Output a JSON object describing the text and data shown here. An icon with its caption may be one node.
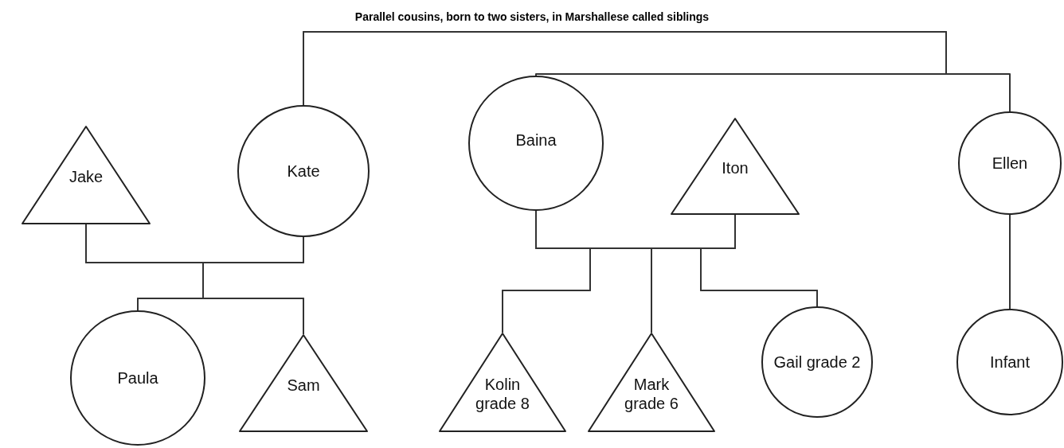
{
  "diagram": {
    "title": "Parallel cousins, born to two sisters, in Marshallese called siblings",
    "nodes": [
      {
        "text": [
          "Jake"
        ]
      },
      {
        "text": [
          "Kate"
        ]
      },
      {
        "text": [
          "Baina"
        ]
      },
      {
        "text": [
          "Iton"
        ]
      },
      {
        "text": [
          "Ellen"
        ]
      },
      {
        "text": [
          "Paula"
        ]
      },
      {
        "text": [
          "Sam"
        ]
      },
      {
        "text": [
          "Kolin grade 8"
        ]
      },
      {
        "text": [
          "Mark grade 6"
        ]
      },
      {
        "text": [
          "Gail grade 2"
        ]
      },
      {
        "text": [
          "Infant"
        ]
      }
    ],
    "edges": [
      {
        "from": 1,
        "to": 2,
        "arrow": "none"
      },
      {
        "from": 1,
        "to": 4,
        "arrow": "none"
      },
      {
        "from": 0,
        "to": 5,
        "arrow": "none"
      },
      {
        "from": 0,
        "to": 6,
        "arrow": "none"
      },
      {
        "from": 1,
        "to": 5,
        "arrow": "none"
      },
      {
        "from": 1,
        "to": 6,
        "arrow": "none"
      },
      {
        "from": 2,
        "to": 7,
        "arrow": "none"
      },
      {
        "from": 2,
        "to": 8,
        "arrow": "none"
      },
      {
        "from": 2,
        "to": 9,
        "arrow": "none"
      },
      {
        "from": 3,
        "to": 7,
        "arrow": "none"
      },
      {
        "from": 3,
        "to": 8,
        "arrow": "none"
      },
      {
        "from": 3,
        "to": 9,
        "arrow": "none"
      },
      {
        "from": 4,
        "to": 10,
        "arrow": "none"
      }
    ]
  }
}
